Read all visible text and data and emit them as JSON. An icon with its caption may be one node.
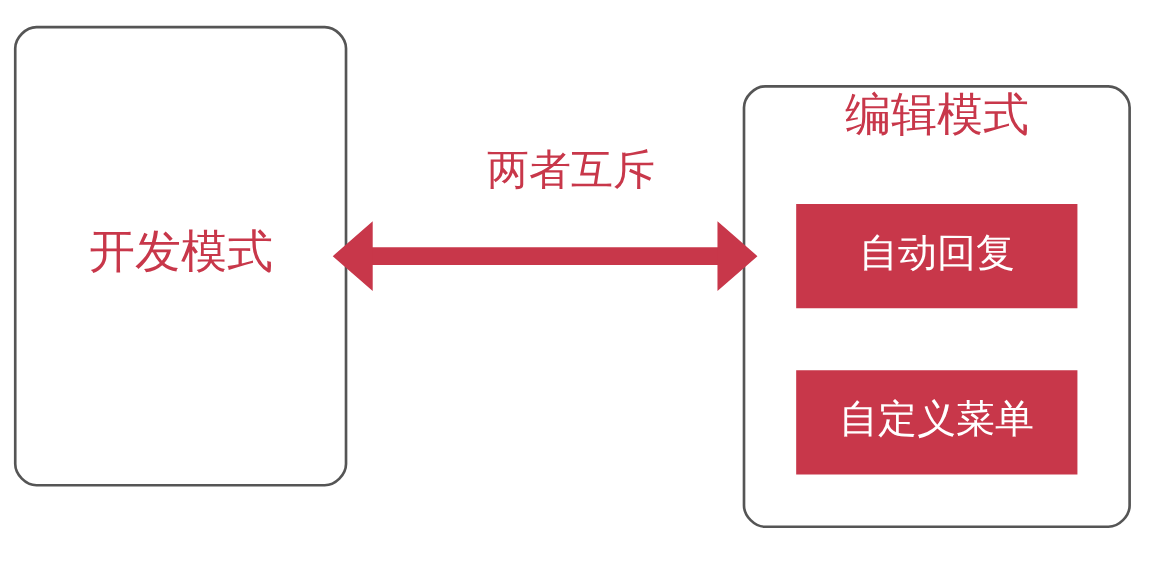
{
  "diagram": {
    "nodes": [
      {
        "text": [
          "开发模式"
        ]
      },
      {
        "text": [
          "编辑模式"
        ]
      },
      {
        "text": [
          "自动回复"
        ],
        "in": 1
      },
      {
        "text": [
          "自定义菜单"
        ],
        "in": 1
      }
    ],
    "edges": [
      {
        "from": 0,
        "to": 1,
        "arrow": "both",
        "label": "两者互斥",
        "color": "#c8374a"
      }
    ]
  }
}
